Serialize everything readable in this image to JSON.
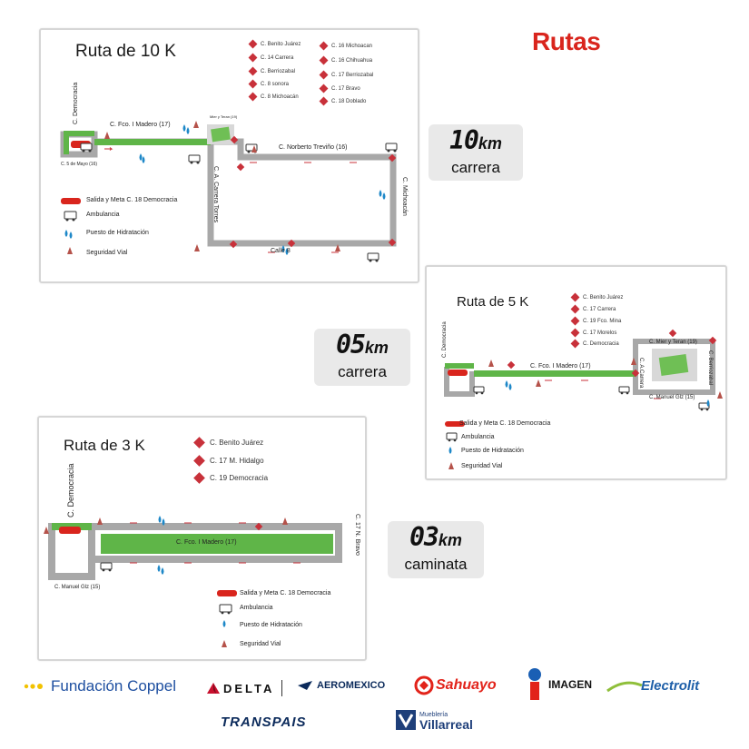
{
  "page_title": "Rutas",
  "route10": {
    "title": "Ruta de 10 K",
    "poi_left": [
      "C. Benito Juárez",
      "C. 14 Carrera",
      "C. Berriozabal",
      "C. 8 sonora",
      "C. 8 Michoacán"
    ],
    "poi_right": [
      "C. 16 Michoacan",
      "C. 16 Chihuahua",
      "C. 17 Berriozabal",
      "C. 17 Bravo",
      "C. 18 Doblado"
    ],
    "streets": {
      "democracia": "C. Democracia",
      "madero": "C. Fco. I Madero (17)",
      "cinco_mayo": "C. 5 de Mayo (16)",
      "mier": "Mier y Teran (19)",
      "trevino": "C. Norberto Treviño (16)",
      "carrera": "C. A. Carrera Torres",
      "michoacan": "C. Michoacán",
      "calle8": "Calle 8"
    },
    "legend": {
      "start": "Salida y Meta  C. 18 Democracia",
      "ambulance": "Ambulancia",
      "water": "Puesto de Hidratación",
      "safety": "Seguridad Vial"
    }
  },
  "route5": {
    "title": "Ruta de 5 K",
    "poi": [
      "C. Benito Juárez",
      "C. 17 Carrera",
      "C. 19 Fco. Mina",
      "C. 17 Morelos",
      "C. Democracia"
    ],
    "streets": {
      "democracia": "C. Democracia",
      "madero": "C. Fco. I Madero (17)",
      "mier": "C. Mier y Teran (19)",
      "carrera": "C. A.Carrera",
      "berriozabal": "C. Berriozabal",
      "manuel": "C. Manuel Glz (15)"
    },
    "legend": {
      "start": "Salida y Meta  C. 18 Democracia",
      "ambulance": "Ambulancia",
      "water": "Puesto de Hidratación",
      "safety": "Seguridad Vial"
    }
  },
  "route3": {
    "title": "Ruta de 3 K",
    "poi": [
      "C. Benito Juárez",
      "C. 17 M. Hidalgo",
      "C. 19 Democracia"
    ],
    "streets": {
      "democracia": "C. Democracia",
      "madero": "C. Fco. I Madero (17)",
      "bravo": "C. 17 N. Bravo",
      "manuel": "C. Manuel Glz (15)"
    },
    "legend": {
      "start": "Salida y Meta  C. 18 Democracia",
      "ambulance": "Ambulancia",
      "water": "Puesto de Hidratación",
      "safety": "Seguridad Vial"
    }
  },
  "badges": [
    {
      "number": "10",
      "unit": "km",
      "type": "carrera"
    },
    {
      "number": "05",
      "unit": "km",
      "type": "carrera"
    },
    {
      "number": "03",
      "unit": "km",
      "type": "caminata"
    }
  ],
  "sponsors": {
    "coppel": "Fundación Coppel",
    "delta": "DELTA",
    "aeromexico": "AEROMEXICO",
    "sahuayo": "Sahuayo",
    "imagen": "IMAGEN",
    "electrolit": "Electrolit",
    "transpais": "TRANSPAIS",
    "villarreal_small": "Mueblería",
    "villarreal": "Villarreal"
  },
  "colors": {
    "accent_red": "#d9251d",
    "route_green": "#5fb548",
    "road_gray": "#a8a8a8",
    "water_blue": "#1e88c8",
    "badge_gray": "#e9e9e9"
  },
  "icons": [
    "start-finish-marker",
    "ambulance-icon",
    "water-drop-icon",
    "traffic-cone-icon",
    "poi-diamond-icon"
  ]
}
